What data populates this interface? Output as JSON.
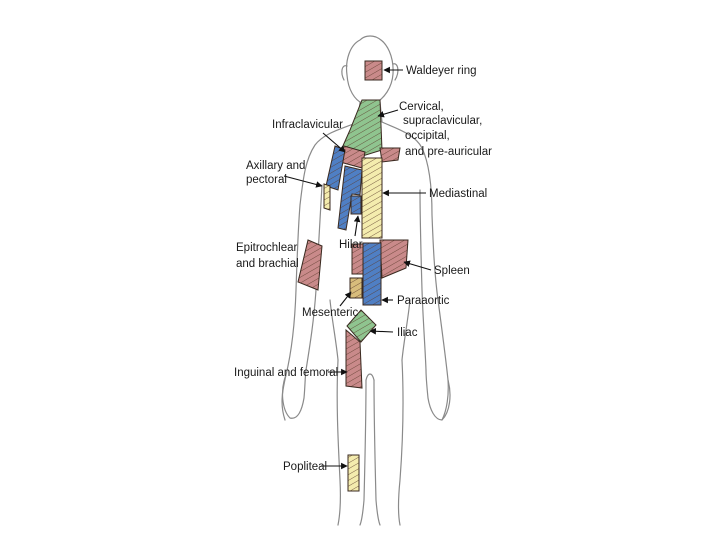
{
  "colors": {
    "red": "#c98a8a",
    "green": "#8fc48f",
    "blue": "#4f7fc4",
    "yellow": "#f4ecae",
    "tan": "#d8bd7c",
    "hatch": "#5a3a2a"
  },
  "labels": {
    "waldeyer": "Waldeyer ring",
    "cervical_1": "Cervical,",
    "cervical_2": "supraclavicular,",
    "cervical_3": "occipital,",
    "cervical_4": "and pre-auricular",
    "infraclavicular": "Infraclavicular",
    "axillary_1": "Axillary and",
    "axillary_2": "pectoral",
    "mediastinal": "Mediastinal",
    "epitrochlear_1": "Epitrochlear",
    "epitrochlear_2": "and brachial",
    "hilar": "Hilar",
    "spleen": "Spleen",
    "paraaortic": "Paraaortic",
    "mesenteric": "Mesenteric",
    "iliac": "Iliac",
    "inguinal": "Inguinal and femoral",
    "popliteal": "Popliteal"
  }
}
